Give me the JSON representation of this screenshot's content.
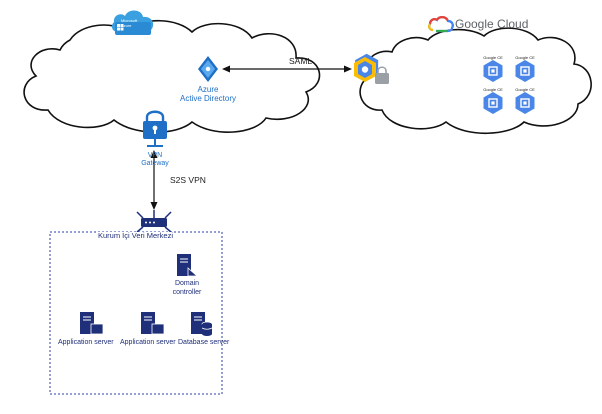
{
  "colors": {
    "azure_blue": "#1f6fc6",
    "onprem_navy": "#1f2f7a",
    "gcp_blue": "#4a86e8",
    "cloud_outline": "#111111",
    "datacenter_border": "#2b3fa6"
  },
  "azure": {
    "logo_text_line1": "Microsoft",
    "logo_text_line2": "Azure",
    "aad_label_line1": "Azure",
    "aad_label_line2": "Active Directory",
    "vpn_gateway_line1": "VPN",
    "vpn_gateway_line2": "Gateway"
  },
  "connections": {
    "saml_label": "SAML",
    "s2s_label": "S2S VPN"
  },
  "google_cloud": {
    "brand_text": "Google Cloud",
    "vm_label": "Google CE",
    "vm_count": 4
  },
  "onprem": {
    "title": "Kurum İçi Veri Merkezi",
    "domain_controller_line1": "Domain",
    "domain_controller_line2": "controller",
    "app_server_1": "Application server",
    "app_server_2": "Application server",
    "database_server": "Database server"
  },
  "icons": [
    "azure-cloud-logo-icon",
    "azure-ad-icon",
    "vpn-gateway-lock-icon",
    "gcp-iam-hexagon-icon",
    "lock-icon",
    "google-cloud-logo-icon",
    "compute-engine-icon",
    "router-icon",
    "server-icon",
    "database-icon"
  ]
}
